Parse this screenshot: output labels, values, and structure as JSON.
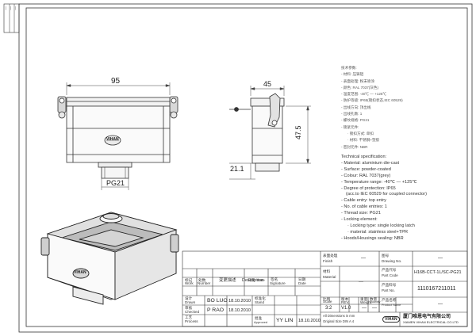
{
  "dims": {
    "width_top": "95",
    "width_side": "45",
    "height_side": "47.5",
    "bottom_height": "21.1",
    "thread_label": "PG21"
  },
  "spec_cn": {
    "heading": "技术参数:",
    "lines": [
      "- 材料: 压铸铝",
      "- 表面处理: 粉末喷涂",
      "- 颜色: RAL 7037(灰色)",
      "- 温度范围: -40℃ — +125℃",
      "- 防护等级: IP65(锁扣状态,IEC 60529)",
      "- 出线方向: 顶出线",
      "- 出线孔数: 1",
      "- 螺纹规格: PG21",
      "- 锁紧元件:",
      "· 锁扣方式: 单扣",
      "· 材料: 不锈钢+塑胶",
      "- 密封元件: NBR"
    ]
  },
  "spec_en": {
    "heading": "Technical specification:",
    "lines": [
      "- Material: aluminium die-cast",
      "- Surface: powder-coated",
      "- Colour: RAL 7037(grey)",
      "- Temperature range: -40℃ — +125℃",
      "- Degree of protection: IP65",
      "(acc.to IEC 60529 for coupled connector)",
      "- Cable entry: top entry",
      "- No. of cable entries: 1",
      "- Thread size: PG21",
      "- Locking element:",
      "· Locking type: single locking latch",
      "· material: stainless steel+TPR",
      "- Hoods/Housings sealing: NBR"
    ]
  },
  "title_block": {
    "surface_cn": "表面处理",
    "surface_en": "Finish",
    "surface_value": "—",
    "drawing_no_cn": "图号",
    "drawing_no_en": "Drawing No.",
    "drawing_no_value": "—",
    "part_code_cn": "产品代号",
    "part_code_en": "Part Code",
    "part_code_value": "H16B-CCT-1L/SC-PG21",
    "part_no_cn": "产品料号",
    "part_no_en": "Part No.",
    "part_no_value": "1110167211011",
    "material_cn": "材料",
    "material_en": "Material",
    "material_value": "—",
    "scale_cn": "比例",
    "scale_en": "Scale",
    "scale_value": "3:2",
    "rev_cn": "版本",
    "rev_en": "REV.",
    "rev_value": "V1.0",
    "weight_cn": "重量",
    "weight_en": "Weight",
    "weight_value": "—",
    "quantity_cn": "数量",
    "quantity_en": "Quantity",
    "quantity_value": "—",
    "product_name_cn": "产品名称",
    "product_name_en": "Product Name",
    "product_name_value": "—",
    "note": "All Dimensions in mm",
    "note2": "Original Size DIN A 4",
    "company_cn": "厦门唯恩电气有限公司",
    "company_en": "XIAMEN VIHAN ELECTRICAL CO.LTD",
    "logo_text": "VIHAN",
    "header": {
      "work_cn": "标记",
      "work_en": "Work",
      "num_cn": "处数",
      "num_en": "Number",
      "desc_cn": "变更描述",
      "desc_en": "Description",
      "date_cn": "日期",
      "date_en": "Date",
      "sig_cn": "签名",
      "sig_en": "Signature",
      "date2_cn": "日期",
      "date2_en": "Date"
    },
    "drawn_cn": "设计",
    "drawn_en": "Drawn",
    "drawn_name": "BO LUO",
    "drawn_date": "18.10.2010",
    "stand_cn": "标准化",
    "stand_en": "Stand",
    "checked_cn": "审核",
    "checked_en": "Checked",
    "checked_name": "P RAO",
    "checked_date": "18.10.2010",
    "approved_cn": "批准",
    "approved_en": "Approved",
    "process_cn": "工艺",
    "process_en": "Process",
    "approved_name": "YY LIN",
    "approved_date": "18.10.2010"
  },
  "margin_marks": [
    "—",
    "—",
    "—"
  ]
}
